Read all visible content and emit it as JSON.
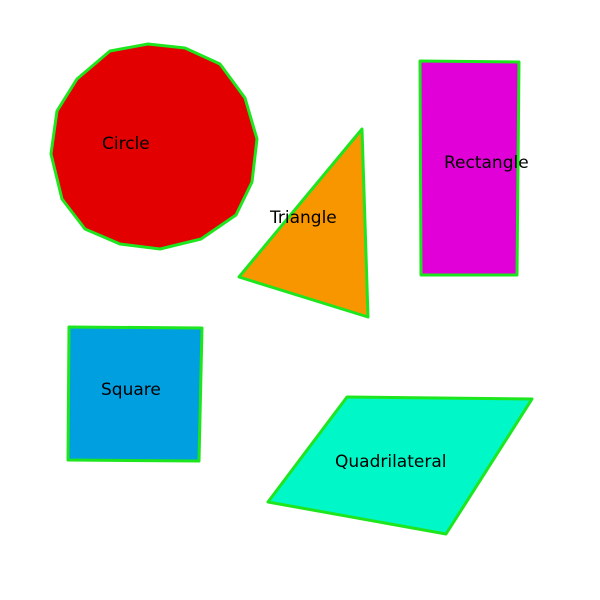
{
  "style": {
    "outline_color": "#1ee61e",
    "label_color": "#000000"
  },
  "shapes": {
    "circle": {
      "label": "Circle",
      "fill": "#e20000"
    },
    "triangle": {
      "label": "Triangle",
      "fill": "#f89600"
    },
    "rectangle": {
      "label": "Rectangle",
      "fill": "#e100d7"
    },
    "square": {
      "label": "Square",
      "fill": "#009fe0"
    },
    "quadrilateral": {
      "label": "Quadrilateral",
      "fill": "#00f7c8"
    }
  }
}
